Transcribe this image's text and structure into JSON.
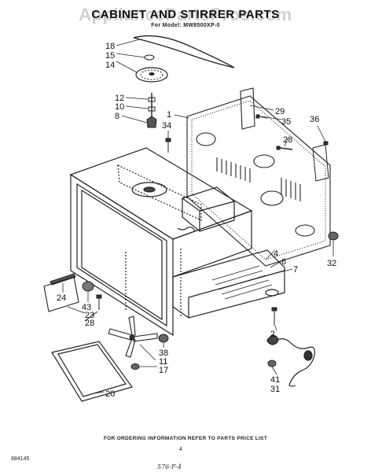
{
  "title": "CABINET AND STIRRER PARTS",
  "model_line": "For Model: MW8500XP-0",
  "watermark": "AppliancePartsPros.com",
  "footer": "FOR ORDERING INFORMATION REFER TO PARTS PRICE LIST",
  "page_number": "4",
  "doc_number": "884145",
  "handwritten_note": "576-F-4",
  "callouts": {
    "c18": "18",
    "c15": "15",
    "c14": "14",
    "c12": "12",
    "c10": "10",
    "c8": "8",
    "c34": "34",
    "c1": "1",
    "c29": "29",
    "c35": "35",
    "c36": "36",
    "c28a": "28",
    "c4": "4",
    "c6": "6",
    "c7": "7",
    "c32": "32",
    "c24": "24",
    "c43": "43",
    "c23": "23",
    "c28b": "28",
    "c2": "2",
    "c38": "38",
    "c11": "11",
    "c17": "17",
    "c20": "20",
    "c41": "41",
    "c31": "31"
  }
}
